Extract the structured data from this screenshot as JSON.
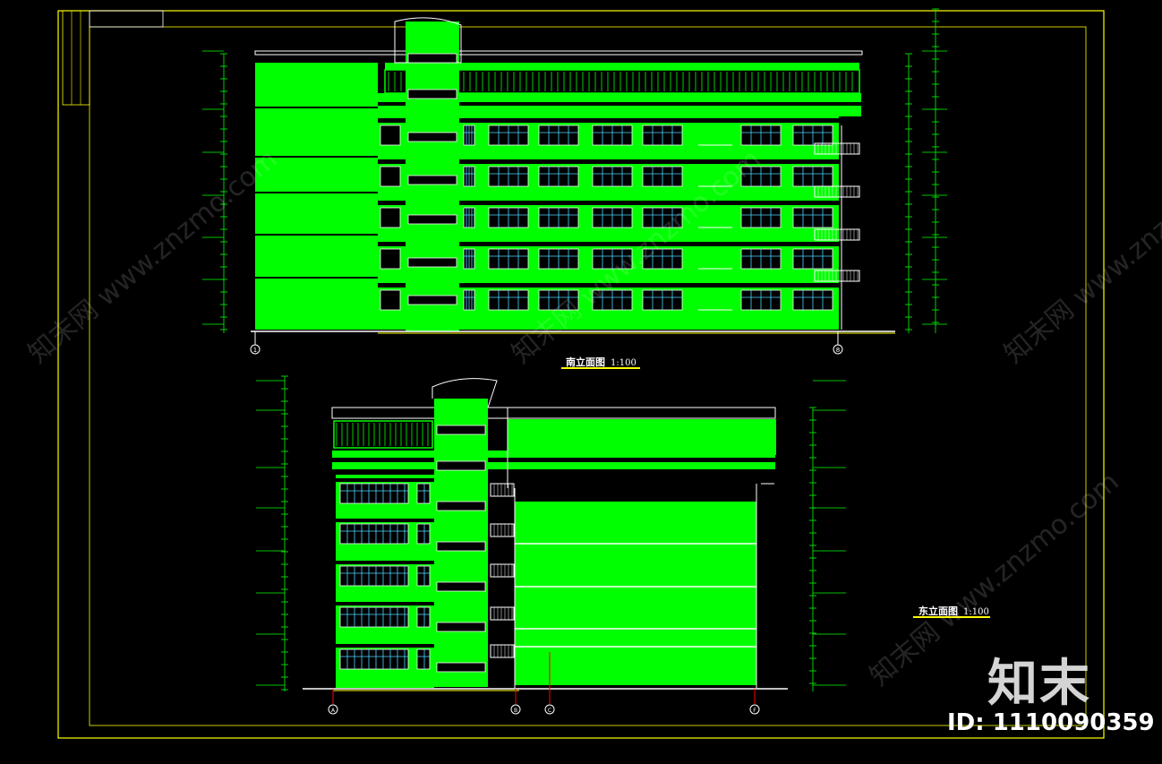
{
  "drawing": {
    "south_elevation": {
      "title": "南立面图",
      "scale": "1:100"
    },
    "east_elevation": {
      "title": "东立面图",
      "scale": "1:100"
    },
    "south_axes": [
      "1",
      "8"
    ],
    "east_axes": [
      "A",
      "B",
      "C",
      "F"
    ],
    "colors": {
      "facade": "#00ff00",
      "frame": "#ffff00",
      "line": "#ffffff",
      "background": "#000000",
      "accent": "#ff0000"
    }
  },
  "watermark": {
    "logo": "知末",
    "id_text": "ID: 1110090359",
    "diagonal_site": "www.znzmo.com",
    "diagonal_cn": "知末网"
  }
}
